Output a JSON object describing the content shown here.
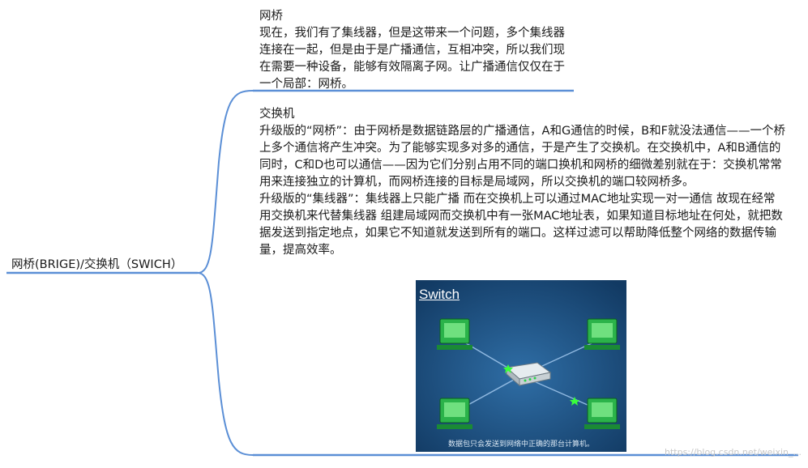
{
  "root": {
    "label": "网桥(BRIGE)/交换机（SWICH）"
  },
  "nodes": [
    {
      "title": "网桥",
      "paragraphs": [
        " 现在，我们有了集线器，但是这带来一个问题，多个集线器连接在一起，但是由于是广播通信，互相冲突，所以我们现在需要一种设备，能够有效隔离子网。让广播通信仅仅在于一个局部：网桥。"
      ]
    },
    {
      "title": "交换机",
      "paragraphs": [
        "升级版的“网桥”：由于网桥是数据链路层的广播通信，A和G通信的时候，B和F就没法通信——一个桥上多个通信将产生冲突。为了能够实现多对多的通信，于是产生了交换机。在交换机中，A和B通信的同时，C和D也可以通信——因为它们分别占用不同的端口换机和网桥的细微差别就在于：交换机常常用来连接独立的计算机，而网桥连接的目标是局域网，所以交换机的端口较网桥多。",
        "升级版的“集线器”：集线器上只能广播 而在交换机上可以通过MAC地址实现一对一通信 故现在经常用交换机来代替集线器 组建局域网而交换机中有一张MAC地址表，如果知道目标地址在何处，就把数据发送到指定地点，如果它不知道就发送到所有的端口。这样过滤可以帮助降低整个网络的数据传输量，提高效率。"
      ]
    }
  ],
  "figure": {
    "title": "Switch",
    "caption": "数据包只会发送到网络中正确的那台计算机。"
  },
  "watermark": "https://blog.csdn.net/weixin_..."
}
